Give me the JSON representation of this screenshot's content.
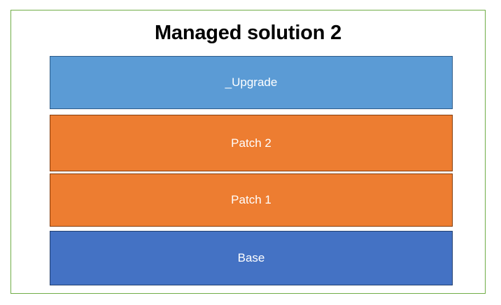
{
  "figure": {
    "title": "Managed solution 2",
    "frame_color": "#70AD47",
    "background": "#ffffff",
    "title_color": "#000000"
  },
  "layers": [
    {
      "label": "_Upgrade",
      "fill": "#5B9BD5",
      "text_color": "#ffffff",
      "order": 4,
      "role": "upgrade"
    },
    {
      "label": "Patch 2",
      "fill": "#ED7D31",
      "text_color": "#ffffff",
      "order": 3,
      "role": "patch"
    },
    {
      "label": "Patch 1",
      "fill": "#ED7D31",
      "text_color": "#ffffff",
      "order": 2,
      "role": "patch"
    },
    {
      "label": "Base",
      "fill": "#4472C4",
      "text_color": "#ffffff",
      "order": 1,
      "role": "base"
    }
  ]
}
